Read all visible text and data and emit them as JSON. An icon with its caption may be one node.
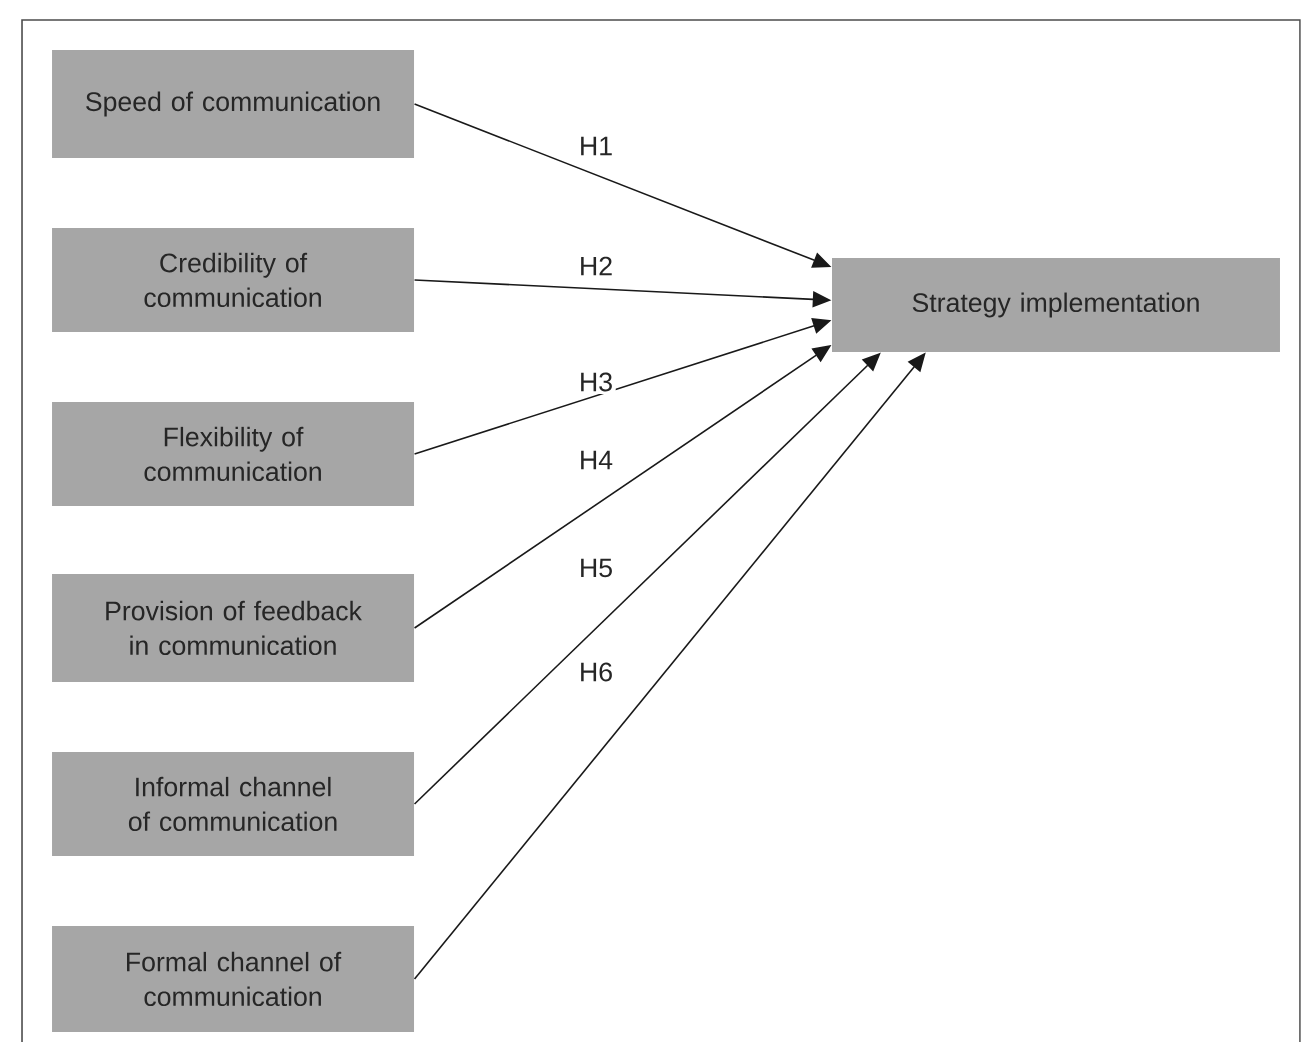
{
  "diagram": {
    "nodes": [
      {
        "text": [
          "Strategy implementation"
        ]
      },
      {
        "text": [
          "Speed of communication"
        ]
      },
      {
        "text": [
          "Credibility of communication"
        ]
      },
      {
        "text": [
          "Flexibility of communication"
        ]
      },
      {
        "text": [
          "Provision of feedback in communication"
        ]
      },
      {
        "text": [
          "Informal channel of communication"
        ]
      },
      {
        "text": [
          "Formal channel of communication"
        ]
      }
    ],
    "edges": [
      {
        "from": 1,
        "to": 0,
        "arrow": "to",
        "label": "H1"
      },
      {
        "from": 2,
        "to": 0,
        "arrow": "to",
        "label": "H2"
      },
      {
        "from": 3,
        "to": 0,
        "arrow": "to",
        "label": "H3"
      },
      {
        "from": 4,
        "to": 0,
        "arrow": "to",
        "label": "H4"
      },
      {
        "from": 5,
        "to": 0,
        "arrow": "to",
        "label": "H5"
      },
      {
        "from": 6,
        "to": 0,
        "arrow": "to",
        "label": "H6"
      }
    ]
  }
}
